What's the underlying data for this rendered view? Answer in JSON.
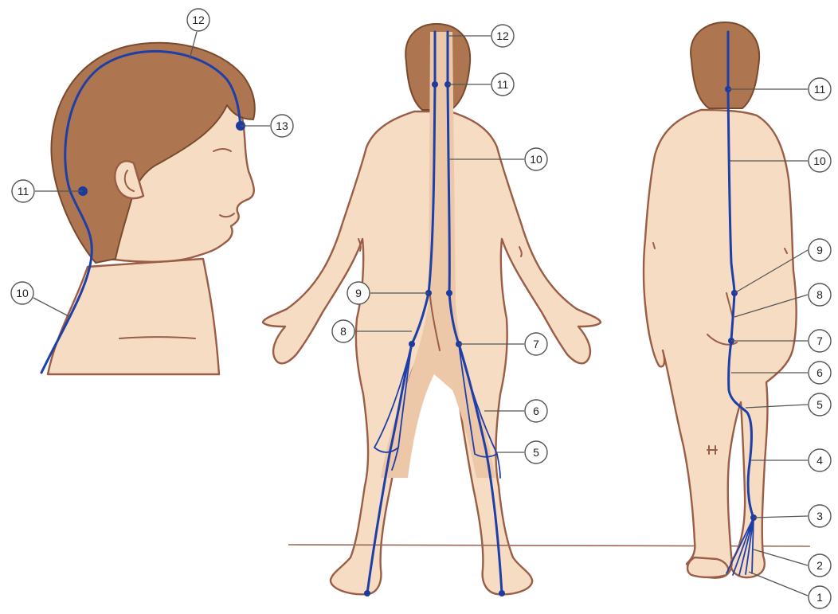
{
  "colors": {
    "channel": "#1f3fa8",
    "point": "#1d3b9e",
    "skin": "#f6dcc3",
    "outline": "#9a5d47",
    "hair": "#ad7550"
  },
  "head_view": {
    "labels": [
      "10",
      "11",
      "12",
      "13"
    ]
  },
  "back_view": {
    "labels": [
      "5",
      "6",
      "7",
      "8",
      "9",
      "10",
      "11",
      "12"
    ]
  },
  "side_view": {
    "labels": [
      "1",
      "2",
      "3",
      "4",
      "5",
      "6",
      "7",
      "8",
      "9",
      "10",
      "11"
    ]
  }
}
